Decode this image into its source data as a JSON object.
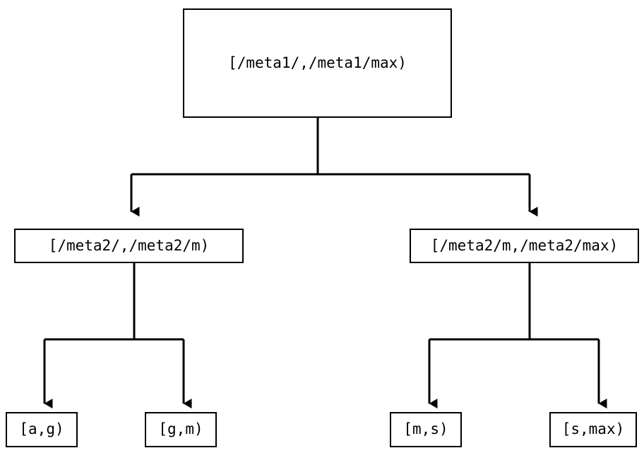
{
  "diagram": {
    "type": "tree",
    "orientation": "top-down",
    "title": "",
    "background_color": "#ffffff",
    "stroke_color": "#000000",
    "text_color": "#000000",
    "nodes": {
      "root": {
        "label": "[/meta1/,/meta1/max)"
      },
      "mid_left": {
        "label": "[/meta2/,/meta2/m)"
      },
      "mid_right": {
        "label": "[/meta2/m,/meta2/max)"
      },
      "leaf_ag": {
        "label": "[a,g)"
      },
      "leaf_gm": {
        "label": "[g,m)"
      },
      "leaf_ms": {
        "label": "[m,s)"
      },
      "leaf_smax": {
        "label": "[s,max)"
      }
    },
    "edges": [
      {
        "from": "root",
        "to": "mid_left",
        "arrow": "triangle-down"
      },
      {
        "from": "root",
        "to": "mid_right",
        "arrow": "triangle-down"
      },
      {
        "from": "mid_left",
        "to": "leaf_ag",
        "arrow": "triangle-down"
      },
      {
        "from": "mid_left",
        "to": "leaf_gm",
        "arrow": "triangle-down"
      },
      {
        "from": "mid_right",
        "to": "leaf_ms",
        "arrow": "triangle-down"
      },
      {
        "from": "mid_right",
        "to": "leaf_smax",
        "arrow": "triangle-down"
      }
    ]
  }
}
